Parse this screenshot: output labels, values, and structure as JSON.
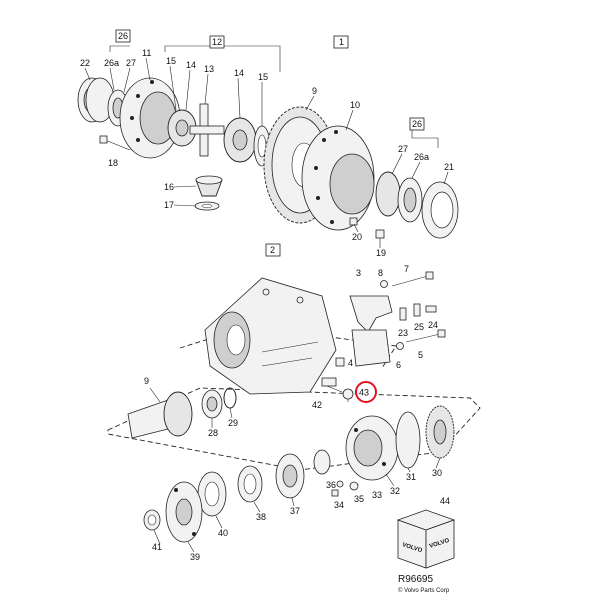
{
  "diagram": {
    "group_boxes": {
      "box_26_top": "26",
      "box_12": "12",
      "box_1": "1",
      "box_26_right": "26",
      "box_2": "2"
    },
    "callouts": {
      "c22": "22",
      "c26a_top": "26a",
      "c27_top": "27",
      "c11": "11",
      "c15a": "15",
      "c14a": "14",
      "c13": "13",
      "c14b": "14",
      "c15b": "15",
      "c9_top": "9",
      "c10": "10",
      "c18": "18",
      "c16": "16",
      "c17": "17",
      "c27_right": "27",
      "c26a_right": "26a",
      "c21": "21",
      "c20": "20",
      "c19": "19",
      "c3": "3",
      "c8": "8",
      "c7": "7",
      "c25": "25",
      "c23": "23",
      "c24": "24",
      "c5": "5",
      "c6": "6",
      "c4": "4",
      "c42": "42",
      "c43": "43",
      "c9_mid": "9",
      "c28": "28",
      "c29": "29",
      "c31": "31",
      "c30": "30",
      "c32": "32",
      "c33": "33",
      "c35": "35",
      "c34": "34",
      "c36": "36",
      "c37": "37",
      "c38": "38",
      "c40": "40",
      "c39": "39",
      "c41": "41",
      "c44": "44"
    },
    "highlight_color": "#e0141e",
    "highlighted_part": "43",
    "kit_box_brand": "VOLVO",
    "drawing_number": "R96695",
    "copyright": "© Volvo Parts Corp"
  }
}
